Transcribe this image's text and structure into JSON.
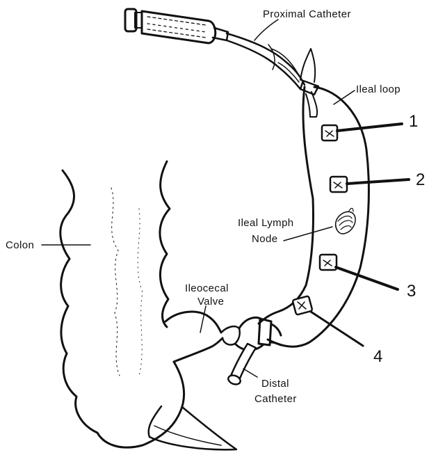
{
  "labels": {
    "proximal_catheter": "Proximal Catheter",
    "ileal_loop": "Ileal loop",
    "colon": "Colon",
    "ileal_lymph_node_line1": "Ileal Lymph",
    "ileal_lymph_node_line2": "Node",
    "ileocecal_valve_line1": "Ileocecal",
    "ileocecal_valve_line2": "Valve",
    "distal_catheter_line1": "Distal",
    "distal_catheter_line2": "Catheter"
  },
  "electrodes": [
    {
      "number": "1"
    },
    {
      "number": "2"
    },
    {
      "number": "3"
    },
    {
      "number": "4"
    }
  ]
}
